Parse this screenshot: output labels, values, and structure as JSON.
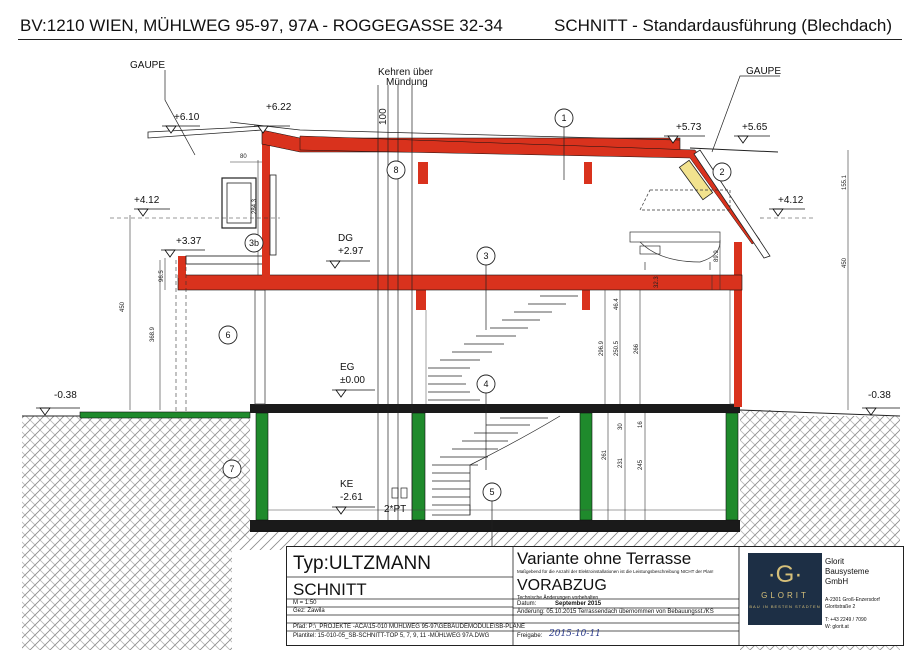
{
  "header": {
    "left": "BV:1210 WIEN,  MÜHLWEG 95-97, 97A - ROGGEGASSE 32-34",
    "right": "SCHNITT - Standardausführung (Blechdach)"
  },
  "labels": {
    "gaupe_left": "GAUPE",
    "gaupe_right": "GAUPE",
    "kehren": "Kehren über",
    "muendung": "Mündung",
    "lvl_610": "+6.10",
    "lvl_622": "+6.22",
    "lvl_573": "+5.73",
    "lvl_565": "+5.65",
    "lvl_412_l": "+4.12",
    "lvl_412_r": "+4.12",
    "lvl_337": "+3.37",
    "dg": "DG",
    "lvl_297": "+2.97",
    "eg": "EG",
    "lvl_000": "±0.00",
    "ke": "KE",
    "lvl_261": "-2.61",
    "lvl_038_l": "-0.38",
    "lvl_038_r": "-0.38",
    "n1": "1",
    "n2": "2",
    "n3": "3",
    "n3b": "3b",
    "n4": "4",
    "n5": "5",
    "n6": "6",
    "n7": "7",
    "n8": "8",
    "pt": "2*PT",
    "d80": "80",
    "d2843": "284.3",
    "d965": "96.5",
    "d450_l": "450",
    "d3689": "368.9",
    "d100": "100",
    "d1551": "155.1",
    "d450_r": "450",
    "d899": "89.9",
    "d3233": "32.3",
    "d2969": "296.9",
    "d464": "46.4",
    "d2505": "250.5",
    "d266": "266",
    "d30": "30",
    "d16": "16",
    "d261": "261",
    "d231": "231",
    "d245": "245"
  },
  "titleblock": {
    "typ": "Typ:ULTZMANN",
    "schnitt": "SCHNITT",
    "massstab": "M = 1:50",
    "gez": "Gez: Zawila",
    "pfad": "Pfad: P:\\_PROJEKTE -ACA\\15-010 MÜHLWEG 95-97\\GEBÄUDEMODULE\\SB-PLÄNE",
    "plantitel": "Plantitel: 15-010-05_SB-SCHNITT-TOP 5, 7, 9, 11 -MÜHLWEG 97A.DWG",
    "variante": "Variante ohne Terrasse",
    "variante_note": "Maßgebend für die Anzahl der Elektroinstallationen ist die Leistungsbeschreibung NICHT der Plan!",
    "vorabzug": "VORABZUG",
    "vorabzug_note": "Technische Änderungen vorbehalten",
    "datum_label": "Datum:",
    "datum": "September 2015",
    "aenderung": "Änderung: 05.10.2015 Terrassendach übernommen von Bebauungsst./KS",
    "freigabe": "Freigabe:",
    "freigabe_sig": "2015-10-11",
    "company": [
      "Glorit",
      "Bausysteme",
      "GmbH"
    ],
    "address": [
      "A-2301 Groß-Enzersdorf",
      "Gloritstraße 2"
    ],
    "contact": [
      "T: +43 2249 / 7090",
      "W: glorit.at"
    ],
    "logo_glyph": "·G·",
    "logo_name": "GLORIT",
    "logo_sub": "BAU IN BESTEN STÄDTEN"
  },
  "colors": {
    "wall": "#d9321d",
    "base": "#1f8a2c",
    "slab": "#1a1a1a",
    "hatch": "#888888"
  }
}
